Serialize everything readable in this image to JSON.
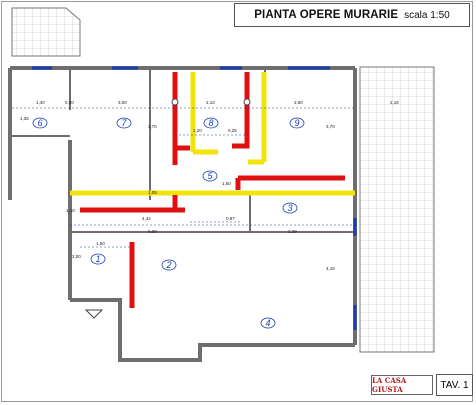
{
  "title": {
    "main": "PIANTA OPERE MURARIE",
    "scale": "scala 1:50"
  },
  "sheet_label": "TAV. 1",
  "logo_text": "LA CASA GIUSTA",
  "rooms": [
    "1",
    "2",
    "3",
    "4",
    "5",
    "6",
    "7",
    "8",
    "9"
  ],
  "dimensions": {
    "d140": "1,40",
    "d090": "0,90",
    "d300": "3,00",
    "d210a": "2,10",
    "d290": "2,90",
    "d216": "2,16",
    "d370a": "3,70",
    "d370b": "3,70",
    "d120": "1,20",
    "d025": "0,25",
    "d442": "4,42",
    "d087": "0,87",
    "d500": "5,00",
    "d239": "2,39",
    "d150": "1,50",
    "d200": "2,00",
    "d415": "4,15",
    "d135": "1,35",
    "d110": "1,10",
    "d150b": "1,50",
    "d105": "1,05"
  },
  "colors": {
    "new_wall": "#e01010",
    "demolish_wall": "#f2e30a",
    "existing_wall": "#6e6e6e",
    "dim_line": "#1a3db3",
    "room_tag": "#1a3db3"
  }
}
